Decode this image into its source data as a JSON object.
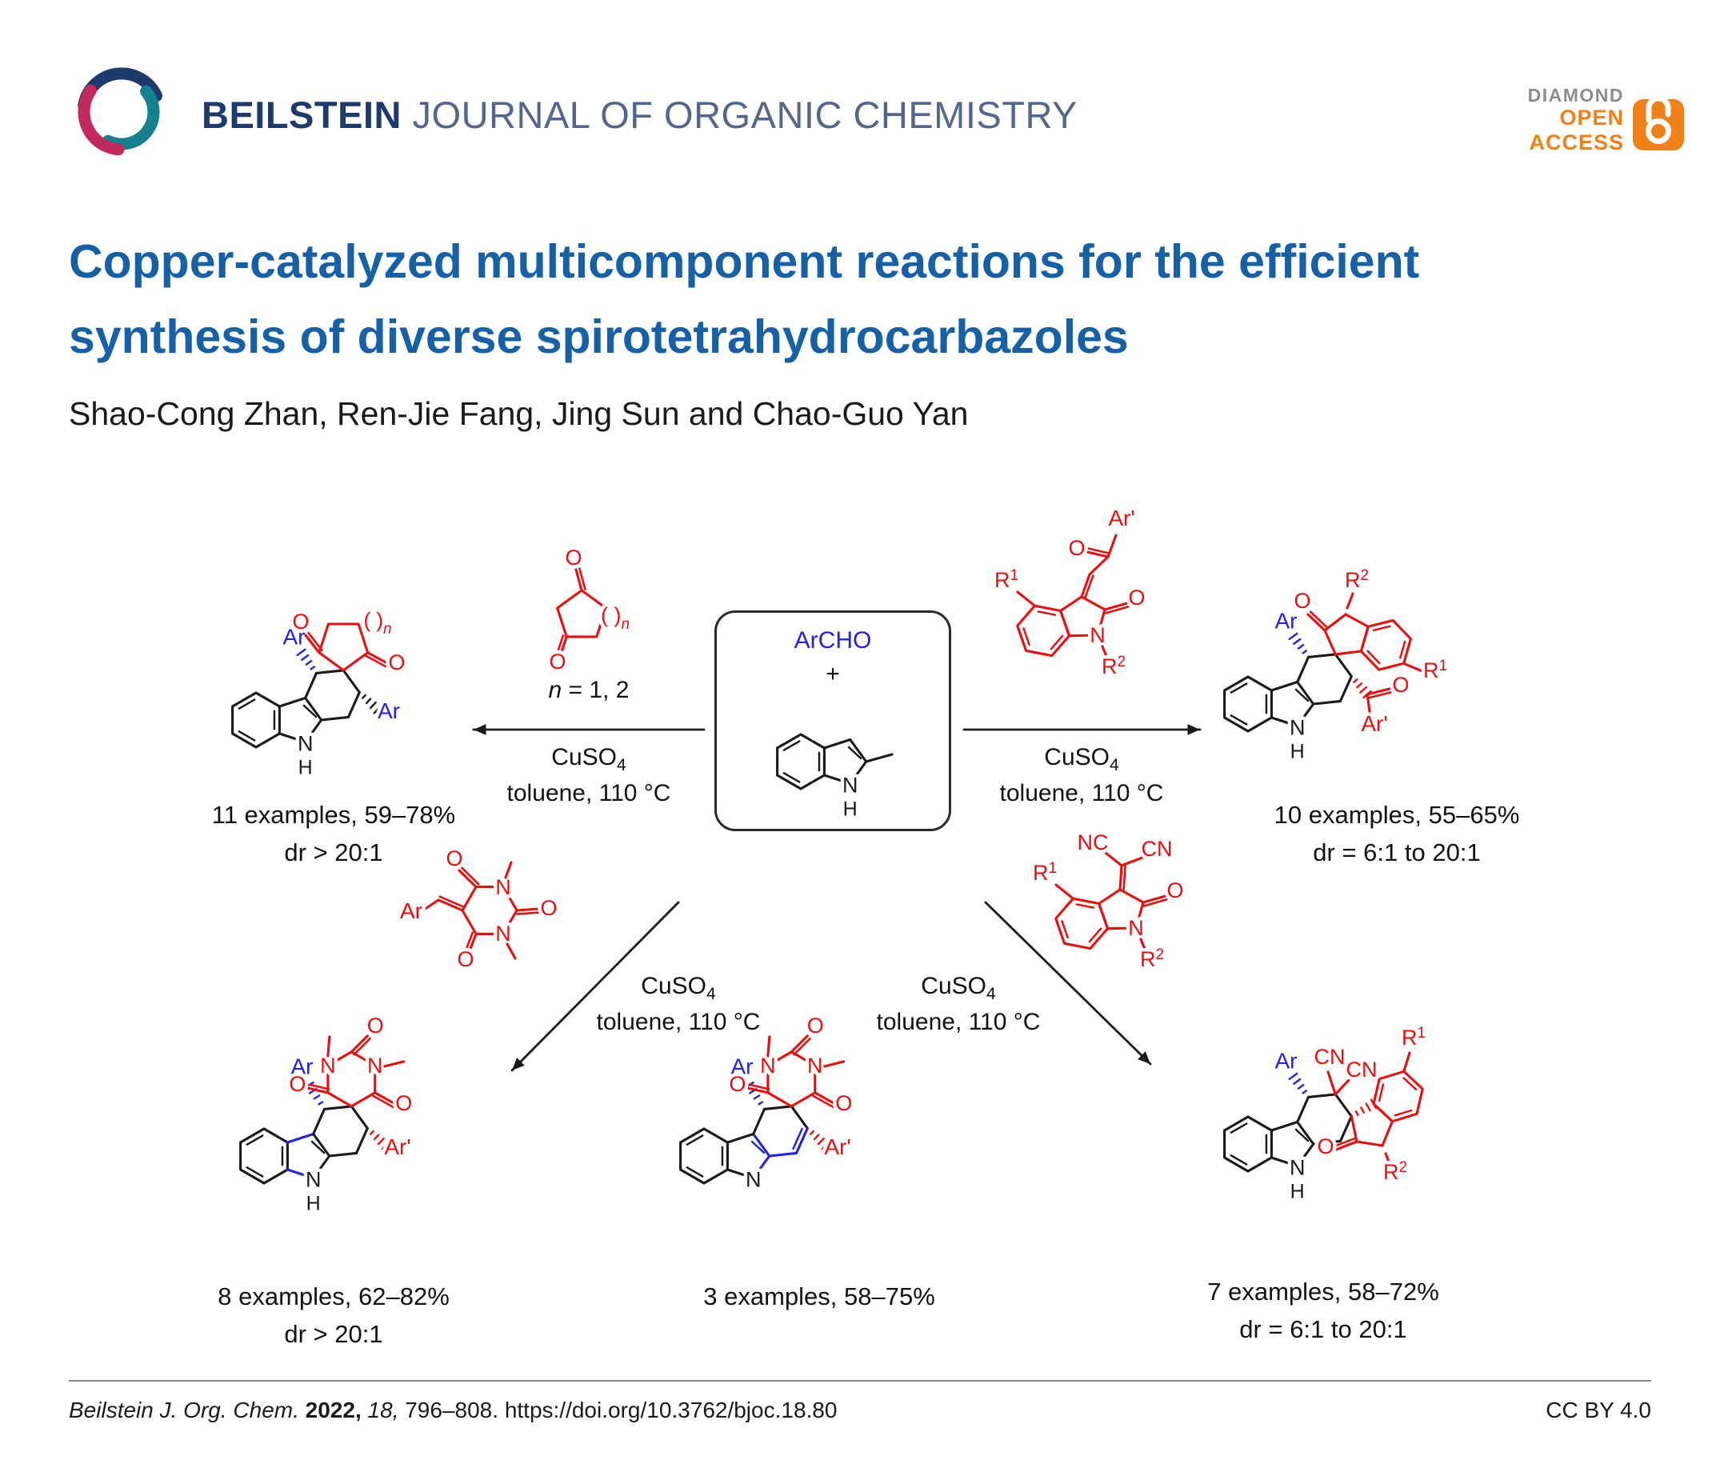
{
  "header": {
    "journal_name_bold": "BEILSTEIN",
    "journal_name_rest": " JOURNAL OF ORGANIC CHEMISTRY",
    "badge": {
      "diamond": "DIAMOND",
      "open": "OPEN",
      "access": "ACCESS"
    }
  },
  "title_line1": "Copper-catalyzed multicomponent reactions for the efficient",
  "title_line2": "synthesis of diverse spirotetrahydrocarbazoles",
  "authors": "Shao-Cong Zhan, Ren-Jie Fang, Jing Sun and Chao-Guo Yan",
  "scheme": {
    "center_box": {
      "aldehyde": "ArCHO",
      "plus": "+"
    },
    "n_equals": {
      "var": "n",
      "rest": " = 1, 2"
    },
    "conditions": {
      "catalyst_base": "CuSO",
      "catalyst_sub": "4",
      "solvent": "toluene, 110 °C"
    },
    "captions": {
      "left": {
        "line1": "11 examples, 59–78%",
        "line2": "dr > 20:1"
      },
      "right": {
        "line1": "10 examples, 55–65%",
        "line2": "dr = 6:1 to 20:1"
      },
      "bottom_left": {
        "line1": "8 examples, 62–82%",
        "line2": "dr > 20:1"
      },
      "bottom_middle": {
        "line1": "3 examples, 58–75%"
      },
      "bottom_right": {
        "line1": "7 examples, 58–72%",
        "line2": "dr = 6:1 to 20:1"
      }
    },
    "atoms": {
      "o": "O",
      "n": "N",
      "h": "H",
      "ar": "Ar",
      "ar_prime": "Ar'",
      "nc": "NC",
      "cn": "CN",
      "r1": [
        {
          "t": "R"
        },
        {
          "t": "1",
          "sup": true
        }
      ],
      "r2": [
        {
          "t": "R"
        },
        {
          "t": "2",
          "sup": true
        }
      ],
      "ring_n": [
        {
          "t": "( )"
        },
        {
          "t": "n",
          "sub": true,
          "i": true
        }
      ]
    },
    "colors": {
      "black": "#1a1a1a",
      "red": "#ea0f0f",
      "blue": "#2222e8"
    }
  },
  "footer": {
    "citation_journal": "Beilstein J. Org. Chem.",
    "citation_year": "2022,",
    "citation_volume": "18,",
    "citation_pages": "796–808.",
    "citation_doi": "https://doi.org/10.3762/bjoc.18.80",
    "license": "CC BY 4.0"
  }
}
